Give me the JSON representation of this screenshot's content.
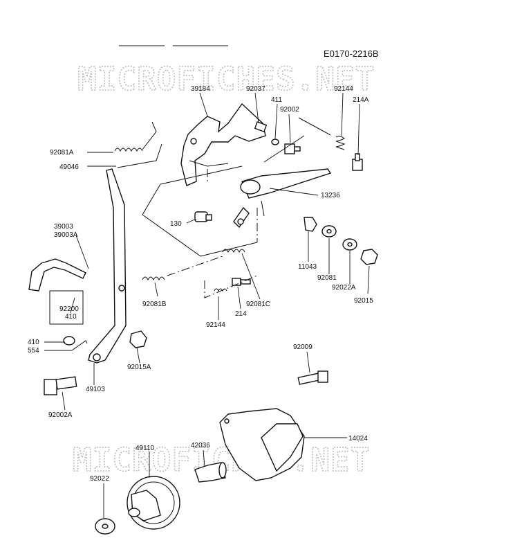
{
  "diagram": {
    "reference": "E0170-2216B",
    "watermark": "MICROFICHES.NET",
    "parts": {
      "p39184": "39184",
      "p92037": "92037",
      "p411": "411",
      "p92002": "92002",
      "p92144_top": "92144",
      "p214A": "214A",
      "p92081A": "92081A",
      "p49046": "49046",
      "p13236": "13236",
      "p130": "130",
      "p39003": "39003",
      "p39003A": "39003A",
      "p11043": "11043",
      "p92081": "92081",
      "p92022A": "92022A",
      "p92015": "92015",
      "p92081B": "92081B",
      "p92081C": "92081C",
      "p92200": "92200",
      "p410_a": "410",
      "p214": "214",
      "p92144_low": "92144",
      "p410_b": "410",
      "p554": "554",
      "p92015A": "92015A",
      "p49103": "49103",
      "p92009": "92009",
      "p92002A": "92002A",
      "p14024": "14024",
      "p49110": "49110",
      "p42036": "42036",
      "p92022": "92022"
    }
  }
}
